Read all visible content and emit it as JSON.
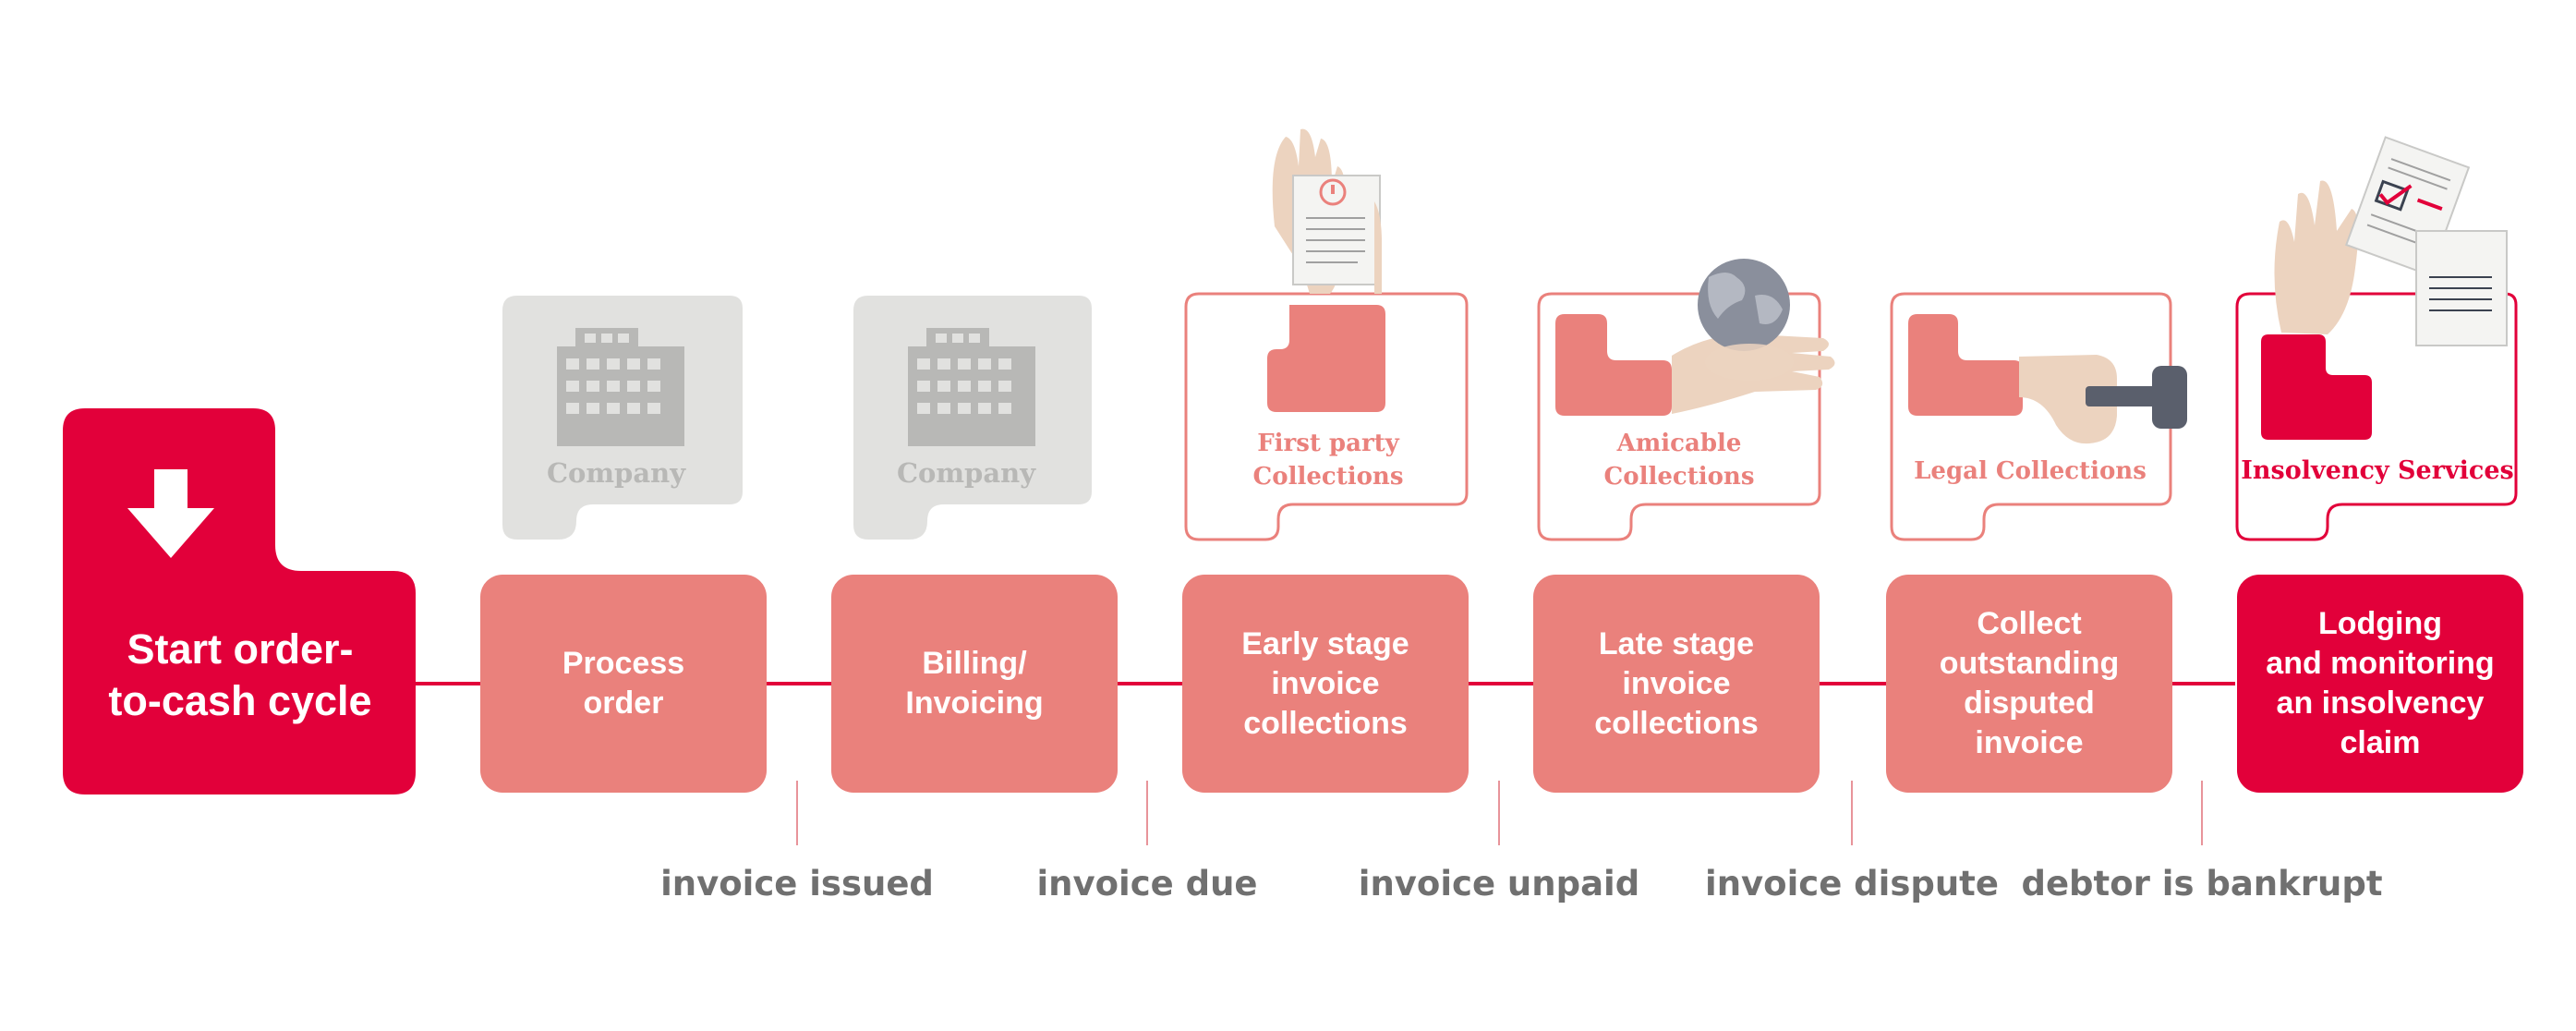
{
  "start": {
    "label": "Start order-\nto-cash cycle"
  },
  "company_label": "Company",
  "steps": [
    {
      "label": "Process\norder"
    },
    {
      "label": "Billing/\nInvoicing"
    },
    {
      "label": "Early stage\ninvoice\ncollections"
    },
    {
      "label": "Late stage\ninvoice\ncollections"
    },
    {
      "label": "Collect\noutstanding\ndisputed\ninvoice"
    },
    {
      "label": "Lodging\nand monitoring\nan insolvency\nclaim"
    }
  ],
  "services": [
    {
      "label_line1": "First party",
      "label_line2": "Collections"
    },
    {
      "label_line1": "Amicable",
      "label_line2": "Collections"
    },
    {
      "label_line1": "Legal Collections",
      "label_line2": ""
    },
    {
      "label_line1": "Insolvency Services",
      "label_line2": ""
    }
  ],
  "events": [
    {
      "label": "invoice issued"
    },
    {
      "label": "invoice due"
    },
    {
      "label": "invoice unpaid"
    },
    {
      "label": "invoice dispute"
    },
    {
      "label": "debtor is bankrupt"
    }
  ],
  "colors": {
    "brand_red": "#e2003a",
    "salmon": "#ea817c",
    "grey_card": "#e1e1df",
    "grey_icon": "#b8b8b6",
    "event_text": "#707070"
  }
}
